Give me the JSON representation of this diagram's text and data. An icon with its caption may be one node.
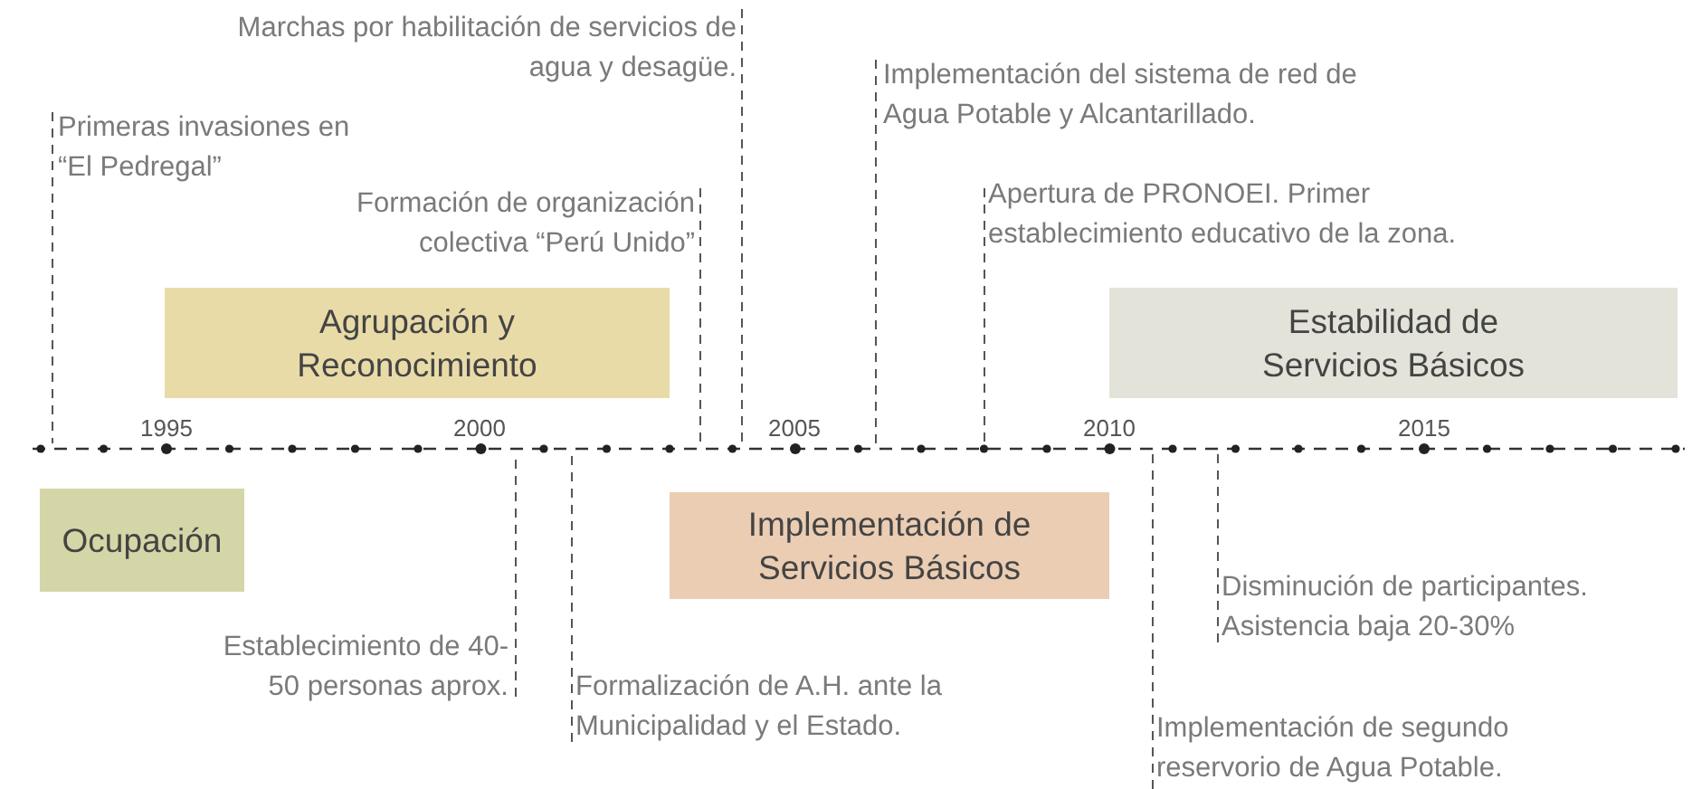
{
  "diagram": {
    "nodes": [
      {
        "text": [
          "Marchas por habilitación de servicios de agua y desagüe."
        ]
      },
      {
        "text": [
          "Primeras invasiones en “El Pedregal”"
        ]
      },
      {
        "text": [
          "Formación de organización colectiva “Perú Unido”"
        ]
      },
      {
        "text": [
          "Implementación del sistema de red de Agua Potable y Alcantarillado."
        ]
      },
      {
        "text": [
          "Apertura de PRONOEI. Primer establecimiento educativo de la zona."
        ]
      },
      {
        "text": [
          "Agrupación y Reconocimiento"
        ]
      },
      {
        "text": [
          "Estabilidad de Servicios Básicos"
        ]
      },
      {
        "text": [
          "Ocupación"
        ]
      },
      {
        "text": [
          "Implementación de Servicios Básicos"
        ]
      },
      {
        "text": [
          "Disminución de participantes. Asistencia baja 20-30%"
        ]
      },
      {
        "text": [
          "Establecimiento de 40-50 personas aprox."
        ]
      },
      {
        "text": [
          "Formalización de A.H. ante la Municipalidad y el Estado."
        ]
      },
      {
        "text": [
          "Implementación de segundo reservorio de Agua Potable."
        ]
      },
      {
        "text": [],
        "shape": "bar"
      }
    ],
    "edges": [
      {
        "from": 0,
        "to": 13,
        "arrow": "none",
        "style": "dashed"
      },
      {
        "from": 1,
        "to": 13,
        "arrow": "none",
        "style": "dashed"
      },
      {
        "from": 2,
        "to": 13,
        "arrow": "none",
        "style": "dashed"
      },
      {
        "from": 3,
        "to": 13,
        "arrow": "none",
        "style": "dashed"
      },
      {
        "from": 4,
        "to": 13,
        "arrow": "none",
        "style": "dashed"
      },
      {
        "from": 9,
        "to": 13,
        "arrow": "none",
        "style": "dashed"
      },
      {
        "from": 10,
        "to": 13,
        "arrow": "none",
        "style": "dashed"
      },
      {
        "from": 11,
        "to": 13,
        "arrow": "none",
        "style": "dashed"
      },
      {
        "from": 12,
        "to": 13,
        "arrow": "none",
        "style": "dashed"
      }
    ],
    "labels": [
      "1995",
      "2000",
      "2005",
      "2010",
      "2015"
    ]
  }
}
